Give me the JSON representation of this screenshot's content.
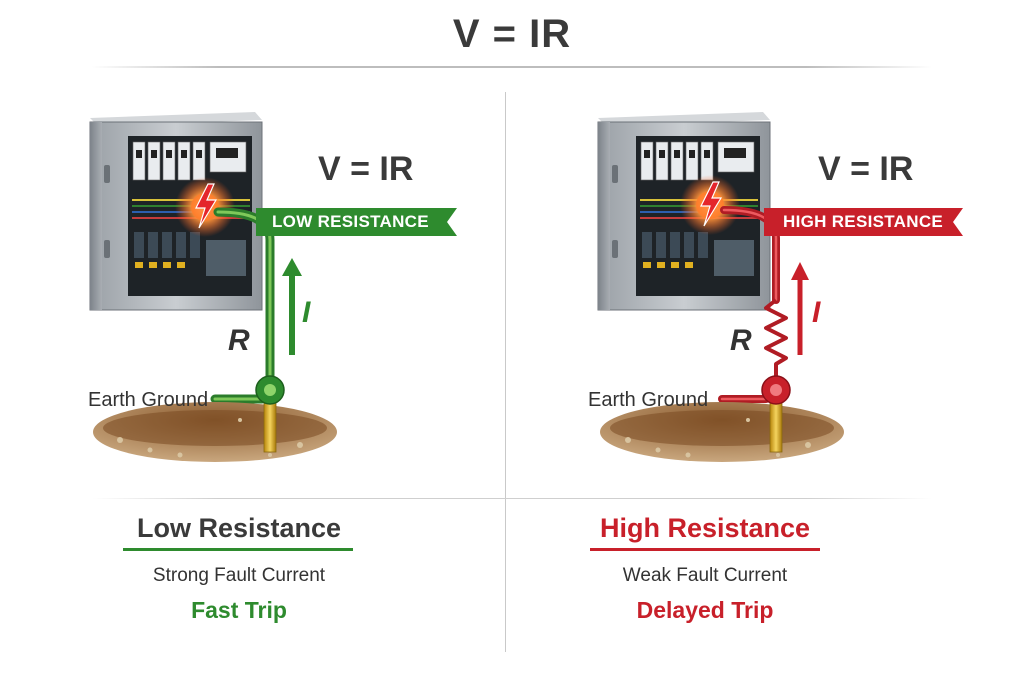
{
  "title": "V = IR",
  "colors": {
    "low": "#2e8b2e",
    "high": "#c8202a",
    "text": "#3a3a3a"
  },
  "panels": {
    "left": {
      "formula": "V = IR",
      "banner": "LOW RESISTANCE",
      "current_label": "I",
      "resistance_label": "R",
      "ground_label": "Earth Ground",
      "heading": "Low Resistance",
      "fault_current": "Strong Fault Current",
      "trip": "Fast Trip"
    },
    "right": {
      "formula": "V = IR",
      "banner": "HIGH RESISTANCE",
      "current_label": "I",
      "resistance_label": "R",
      "ground_label": "Earth Ground",
      "heading": "High Resistance",
      "fault_current": "Weak Fault Current",
      "trip": "Delayed Trip"
    }
  }
}
